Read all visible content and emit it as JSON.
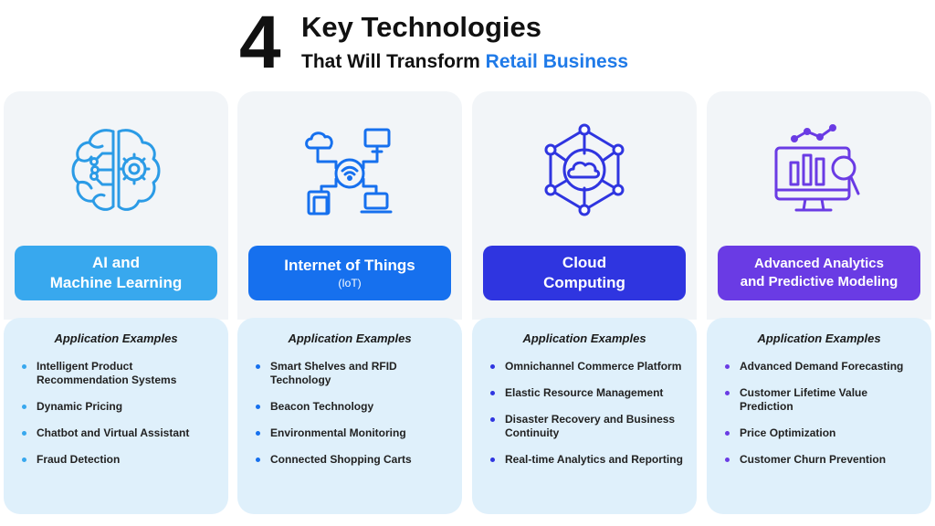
{
  "header": {
    "number": "4",
    "title": "Key Technologies",
    "subtitle_prefix": "That Will Transform ",
    "subtitle_accent": "Retail Business"
  },
  "colors": {
    "accent": "#1f7ae8",
    "card1": "#38a8ee",
    "card2": "#1670ee",
    "card3": "#2f35e0",
    "card4": "#6a3be4"
  },
  "cards": [
    {
      "icon": "brain-gear-icon",
      "title_line1": "AI and",
      "title_line2": "Machine Learning",
      "subtitle": "",
      "app_title": "Application Examples",
      "items": [
        "Intelligent Product Recommendation Systems",
        "Dynamic Pricing",
        "Chatbot and Virtual Assistant",
        "Fraud Detection"
      ]
    },
    {
      "icon": "iot-network-icon",
      "title_line1": "Internet of Things",
      "title_line2": "",
      "subtitle": "(IoT)",
      "app_title": "Application Examples",
      "items": [
        "Smart Shelves and RFID Technology",
        "Beacon Technology",
        "Environmental Monitoring",
        "Connected Shopping Carts"
      ]
    },
    {
      "icon": "cloud-network-icon",
      "title_line1": "Cloud",
      "title_line2": "Computing",
      "subtitle": "",
      "app_title": "Application Examples",
      "items": [
        "Omnichannel Commerce Platform",
        "Elastic Resource Management",
        "Disaster Recovery and Business Continuity",
        "Real-time Analytics and Reporting"
      ]
    },
    {
      "icon": "analytics-monitor-icon",
      "title_line1": "Advanced Analytics",
      "title_line2": "and Predictive Modeling",
      "subtitle": "",
      "app_title": "Application Examples",
      "items": [
        "Advanced Demand Forecasting",
        "Customer Lifetime Value Prediction",
        "Price Optimization",
        "Customer Churn Prevention"
      ]
    }
  ]
}
